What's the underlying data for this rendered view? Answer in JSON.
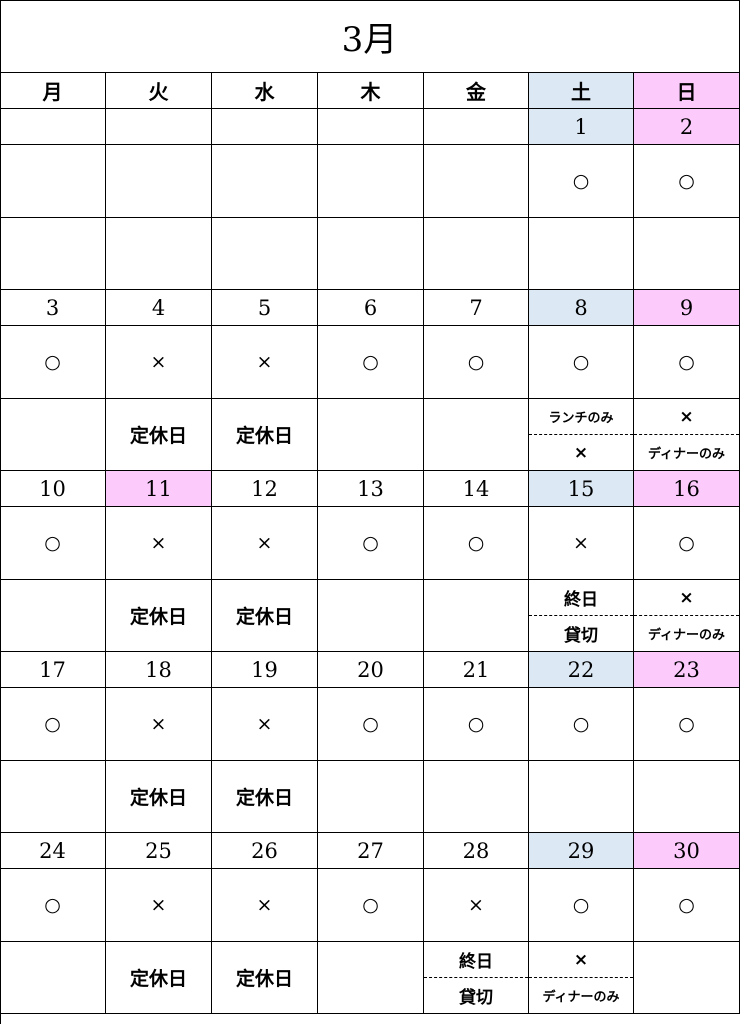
{
  "title": "3月",
  "weekdays": [
    "月",
    "火",
    "水",
    "木",
    "金",
    "土",
    "日"
  ],
  "colors": {
    "saturday": "#dce9f5",
    "sunday_holiday": "#fccbfc"
  },
  "weeks": [
    {
      "dates": [
        "",
        "",
        "",
        "",
        "",
        "1",
        "2"
      ],
      "highlight": [
        "",
        "",
        "",
        "",
        "",
        "sat",
        "sun"
      ],
      "marks": [
        "",
        "",
        "",
        "",
        "",
        "○",
        "○"
      ],
      "notes": [
        "",
        "",
        "",
        "",
        "",
        "",
        ""
      ]
    },
    {
      "dates": [
        "3",
        "4",
        "5",
        "6",
        "7",
        "8",
        "9"
      ],
      "highlight": [
        "",
        "",
        "",
        "",
        "",
        "sat",
        "sun"
      ],
      "marks": [
        "○",
        "×",
        "×",
        "○",
        "○",
        "○",
        "○"
      ],
      "notes": [
        "",
        "定休日",
        "定休日",
        "",
        "",
        [
          "ランチのみ",
          "×"
        ],
        [
          "×",
          "ディナーのみ"
        ]
      ]
    },
    {
      "dates": [
        "10",
        "11",
        "12",
        "13",
        "14",
        "15",
        "16"
      ],
      "highlight": [
        "",
        "sun",
        "",
        "",
        "",
        "sat",
        "sun"
      ],
      "marks": [
        "○",
        "×",
        "×",
        "○",
        "○",
        "×",
        "○"
      ],
      "notes": [
        "",
        "定休日",
        "定休日",
        "",
        "",
        [
          "終日",
          "貸切"
        ],
        [
          "×",
          "ディナーのみ"
        ]
      ]
    },
    {
      "dates": [
        "17",
        "18",
        "19",
        "20",
        "21",
        "22",
        "23"
      ],
      "highlight": [
        "",
        "",
        "",
        "",
        "",
        "sat",
        "sun"
      ],
      "marks": [
        "○",
        "×",
        "×",
        "○",
        "○",
        "○",
        "○"
      ],
      "notes": [
        "",
        "定休日",
        "定休日",
        "",
        "",
        "",
        ""
      ]
    },
    {
      "dates": [
        "24",
        "25",
        "26",
        "27",
        "28",
        "29",
        "30"
      ],
      "highlight": [
        "",
        "",
        "",
        "",
        "",
        "sat",
        "sun"
      ],
      "marks": [
        "○",
        "×",
        "×",
        "○",
        "×",
        "○",
        "○"
      ],
      "notes": [
        "",
        "定休日",
        "定休日",
        "",
        [
          "終日",
          "貸切"
        ],
        [
          "×",
          "ディナーのみ"
        ],
        ""
      ]
    }
  ]
}
